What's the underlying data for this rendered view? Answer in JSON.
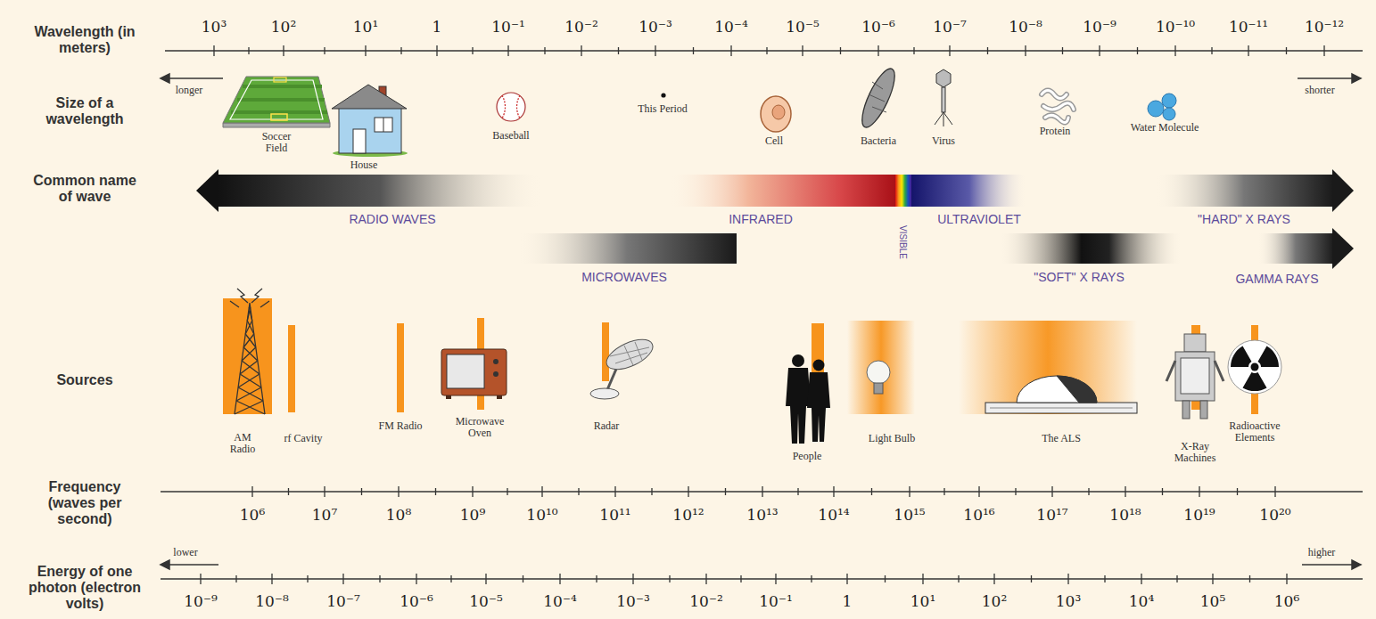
{
  "diagram": {
    "labels": [
      "Wavelength (in meters)",
      "Size of a wavelength",
      "Common name of wave",
      "Sources",
      "Frequency (waves per second)",
      "Energy of one photon (electron volts)",
      "10³",
      "10²",
      "10¹",
      "1",
      "10⁻¹",
      "10⁻²",
      "10⁻³",
      "10⁻⁴",
      "10⁻⁵",
      "10⁻⁶",
      "10⁻⁷",
      "10⁻⁸",
      "10⁻⁹",
      "10⁻¹⁰",
      "10⁻¹¹",
      "10⁻¹²",
      "longer",
      "shorter",
      "Soccer Field",
      "House",
      "Baseball",
      "This Period",
      "Cell",
      "Bacteria",
      "Virus",
      "Protein",
      "Water Molecule",
      "RADIO WAVES",
      "INFRARED",
      "VISIBLE",
      "ULTRAVIOLET",
      "\"HARD\" X RAYS",
      "MICROWAVES",
      "\"SOFT\" X RAYS",
      "GAMMA RAYS",
      "AM Radio",
      "rf Cavity",
      "FM Radio",
      "Microwave Oven",
      "Radar",
      "People",
      "Light Bulb",
      "The ALS",
      "X-Ray Machines",
      "Radioactive Elements",
      "10⁶",
      "10⁷",
      "10⁸",
      "10⁹",
      "10¹⁰",
      "10¹¹",
      "10¹²",
      "10¹³",
      "10¹⁴",
      "10¹⁵",
      "10¹⁶",
      "10¹⁷",
      "10¹⁸",
      "10¹⁹",
      "10²⁰",
      "lower",
      "higher",
      "10⁻⁹",
      "10⁻⁸",
      "10⁻⁷",
      "10⁻⁶",
      "10⁻⁵",
      "10⁻⁴",
      "10⁻³",
      "10⁻²",
      "10⁻¹",
      "1",
      "10¹",
      "10²",
      "10³",
      "10⁴",
      "10⁵",
      "10⁶"
    ]
  }
}
